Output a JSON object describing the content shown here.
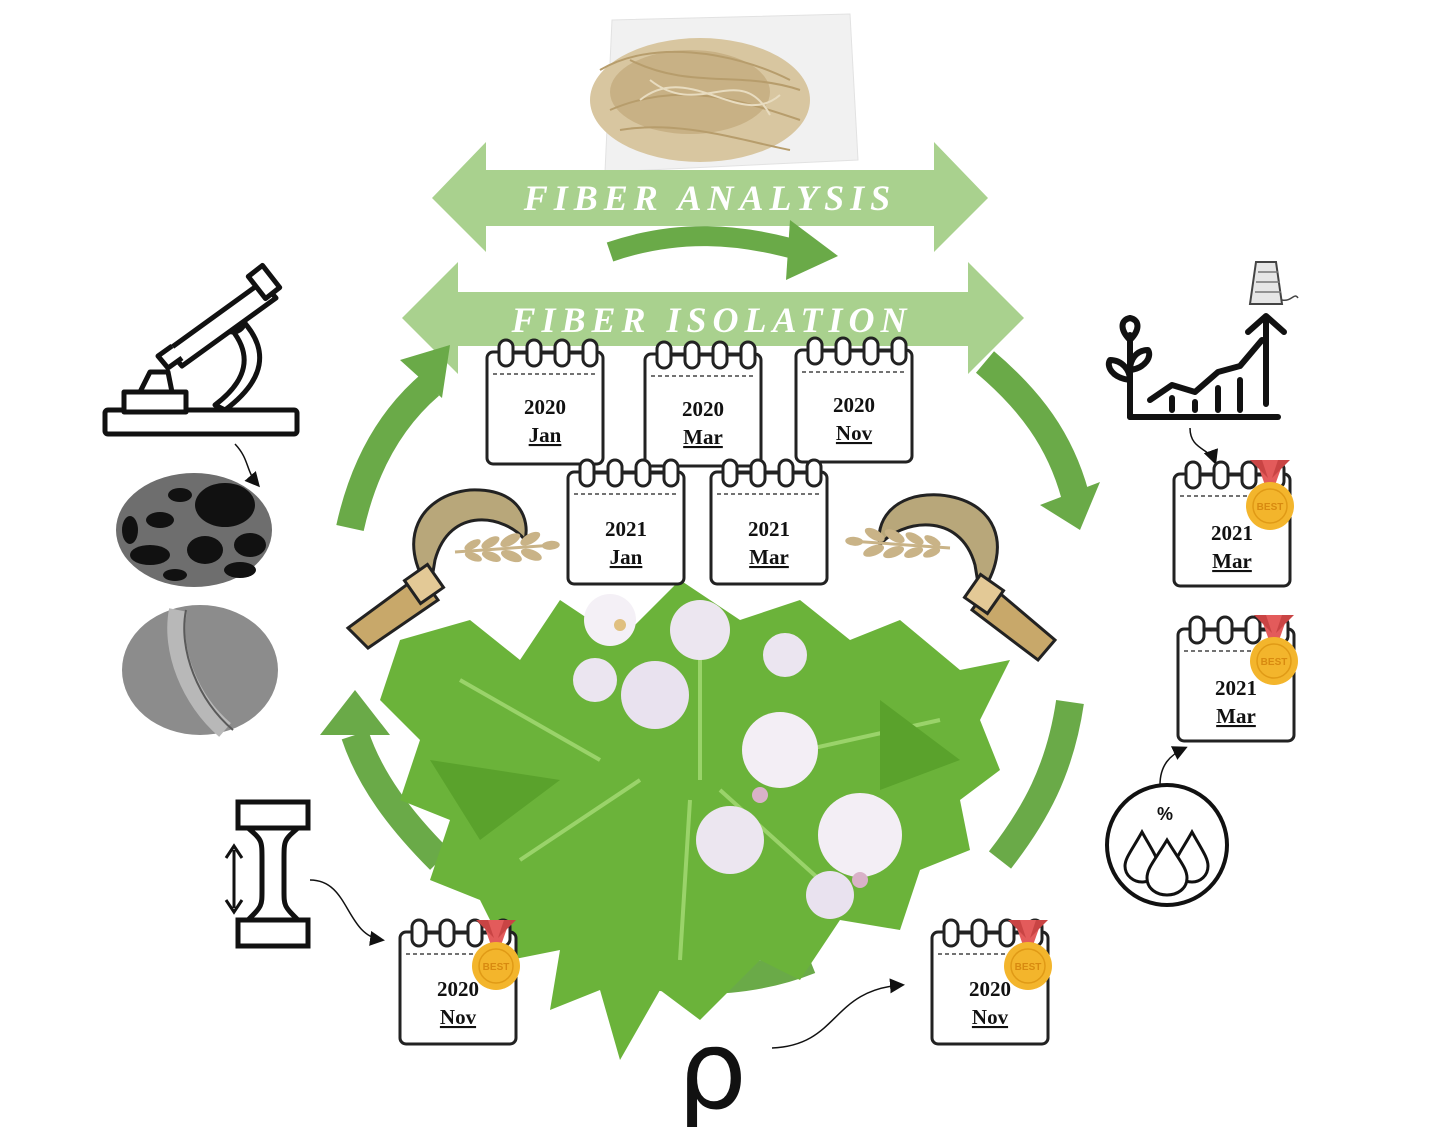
{
  "banners": {
    "analysis": "FIBER ANALYSIS",
    "isolation": "FIBER ISOLATION"
  },
  "harvest_calendars": [
    {
      "year": "2020",
      "month": "Jan"
    },
    {
      "year": "2020",
      "month": "Mar"
    },
    {
      "year": "2020",
      "month": "Nov"
    },
    {
      "year": "2021",
      "month": "Jan"
    },
    {
      "year": "2021",
      "month": "Mar"
    }
  ],
  "best_calendars": {
    "tensile": {
      "year": "2020",
      "month": "Nov",
      "badge": "BEST"
    },
    "density": {
      "year": "2020",
      "month": "Nov",
      "badge": "BEST"
    },
    "growth": {
      "year": "2021",
      "month": "Mar",
      "badge": "BEST"
    },
    "moisture": {
      "year": "2021",
      "month": "Mar",
      "badge": "BEST"
    }
  },
  "symbols": {
    "density": "ρ",
    "moisture": "%"
  },
  "colors": {
    "arrow_green": "#6aaa48",
    "banner_green": "#a9d18e",
    "leaf_green": "#6bb33a",
    "sickle_blade": "#b8a77a",
    "medal_gold": "#f3b52c",
    "medal_ribbon": "#e35b5b"
  },
  "icons": [
    "microscope-icon",
    "sem-cross-section-icon",
    "sem-fiber-icon",
    "tensile-specimen-icon",
    "plant-growth-chart-icon",
    "yarn-spool-icon",
    "moisture-drops-icon",
    "sickle-icon",
    "wheat-icon",
    "calendar-icon",
    "best-medal-icon",
    "fiber-bundle-image",
    "plant-leaves-flowers-image"
  ]
}
